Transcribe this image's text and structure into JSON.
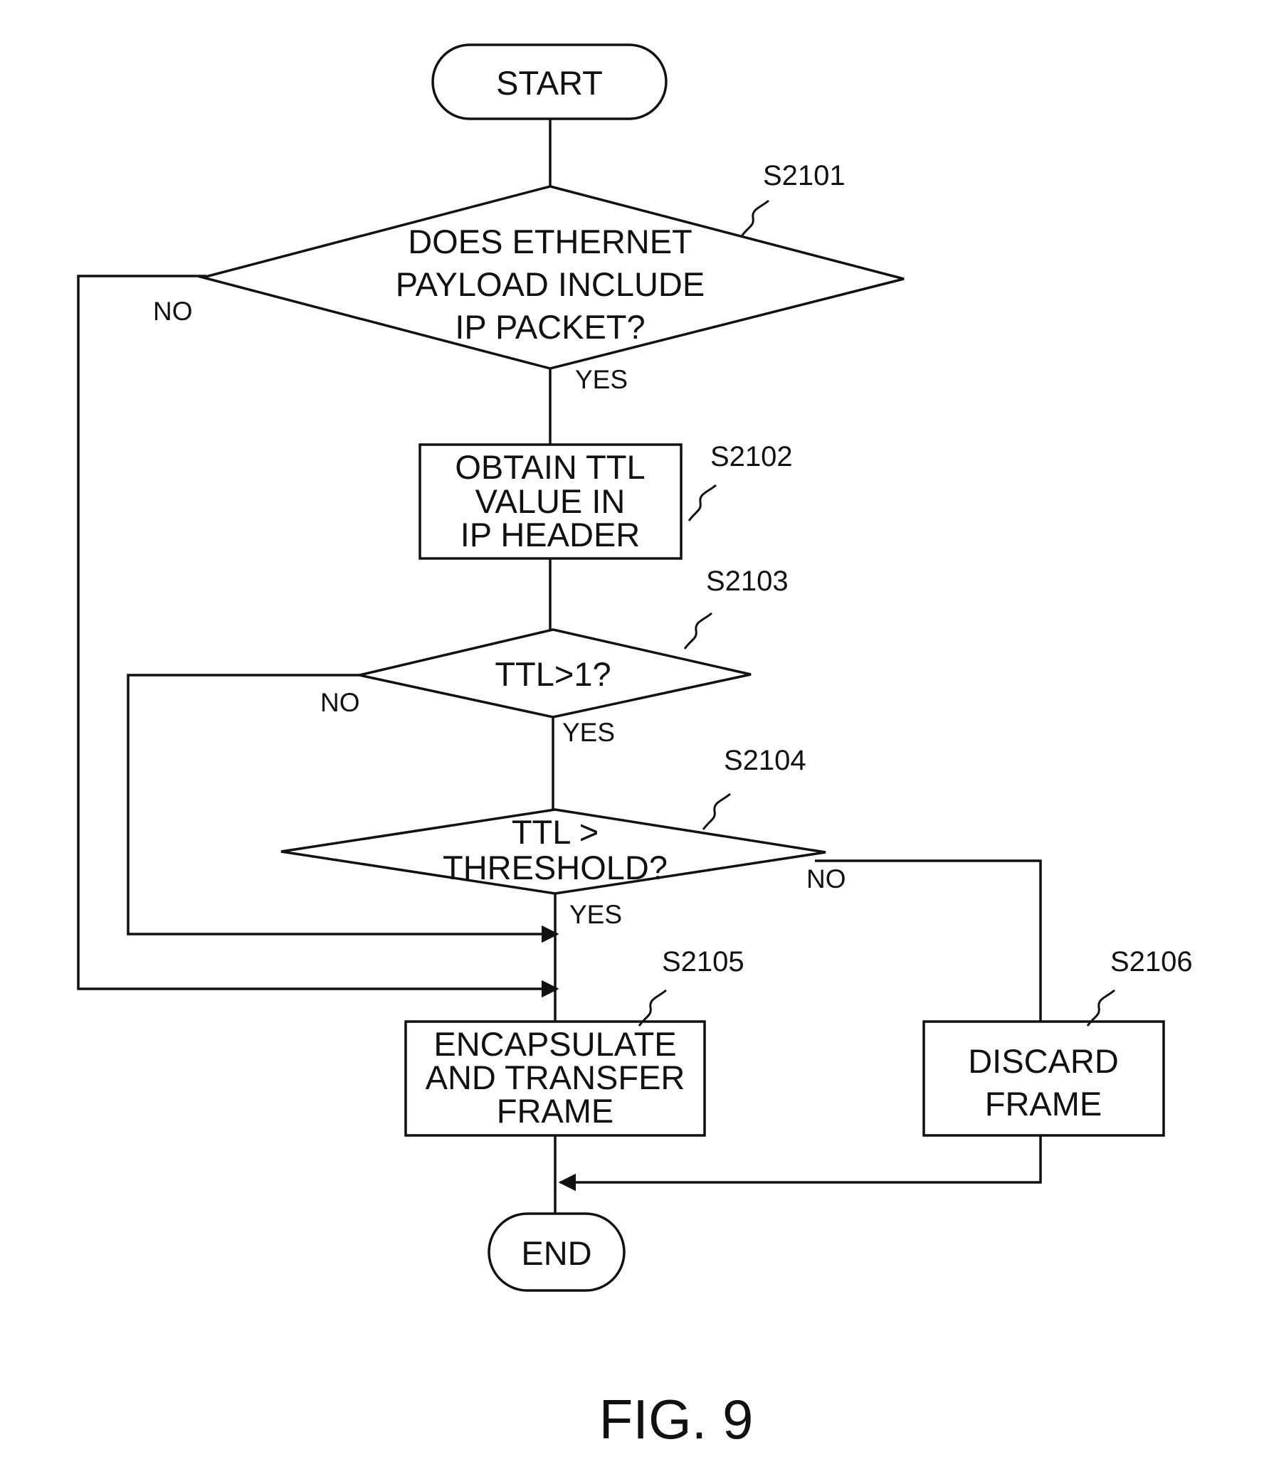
{
  "terminals": {
    "start": "START",
    "end": "END"
  },
  "steps": {
    "s2101": {
      "label": "S2101",
      "lines": [
        "DOES ETHERNET",
        "PAYLOAD INCLUDE",
        "IP PACKET?"
      ]
    },
    "s2102": {
      "label": "S2102",
      "lines": [
        "OBTAIN TTL",
        "VALUE IN",
        "IP HEADER"
      ]
    },
    "s2103": {
      "label": "S2103",
      "lines": [
        "TTL>1?"
      ]
    },
    "s2104": {
      "label": "S2104",
      "lines": [
        "TTL >",
        "THRESHOLD?"
      ]
    },
    "s2105": {
      "label": "S2105",
      "lines": [
        "ENCAPSULATE",
        "AND TRANSFER",
        "FRAME"
      ]
    },
    "s2106": {
      "label": "S2106",
      "lines": [
        "DISCARD",
        "FRAME"
      ]
    }
  },
  "branches": {
    "s2101_no": "NO",
    "s2101_yes": "YES",
    "s2103_no": "NO",
    "s2103_yes": "YES",
    "s2104_no": "NO",
    "s2104_yes": "YES"
  },
  "figure_caption": "FIG. 9"
}
